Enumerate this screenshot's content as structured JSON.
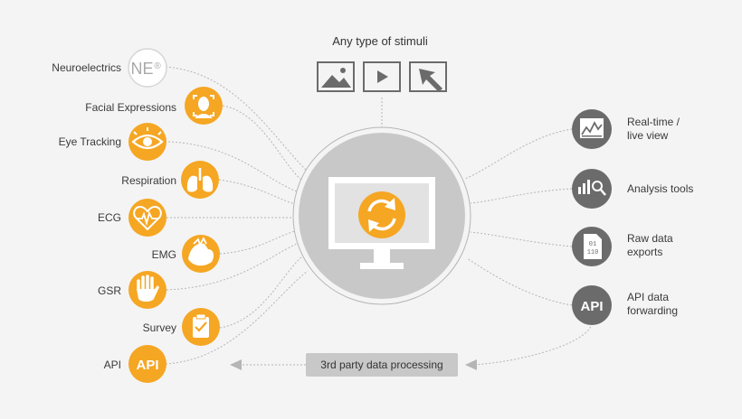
{
  "header": {
    "stimuli_title": "Any type of stimuli"
  },
  "left_sources": [
    {
      "label": "Neuroelectrics",
      "icon": "ne-logo-icon"
    },
    {
      "label": "Facial Expressions",
      "icon": "face-icon"
    },
    {
      "label": "Eye Tracking",
      "icon": "eye-icon"
    },
    {
      "label": "Respiration",
      "icon": "lungs-icon"
    },
    {
      "label": "ECG",
      "icon": "heart-ecg-icon"
    },
    {
      "label": "EMG",
      "icon": "muscle-icon"
    },
    {
      "label": "GSR",
      "icon": "hand-icon"
    },
    {
      "label": "Survey",
      "icon": "clipboard-icon"
    },
    {
      "label": "API",
      "icon": "api-icon"
    }
  ],
  "right_outputs": [
    {
      "label": "Real-time /\nlive view",
      "icon": "live-chart-icon"
    },
    {
      "label": "Analysis tools",
      "icon": "analysis-icon"
    },
    {
      "label": "Raw data\nexports",
      "icon": "binary-file-icon"
    },
    {
      "label": "API data\nforwarding",
      "icon": "api-icon"
    }
  ],
  "badges": {
    "ne_text": "NE",
    "ne_mark": "®",
    "api_text": "API"
  },
  "third_party": {
    "label": "3rd party data processing"
  },
  "colors": {
    "orange": "#f5a623",
    "dark_grey": "#6b6b6b",
    "light_grey": "#c8c8c8",
    "line": "#b5b5b5"
  }
}
